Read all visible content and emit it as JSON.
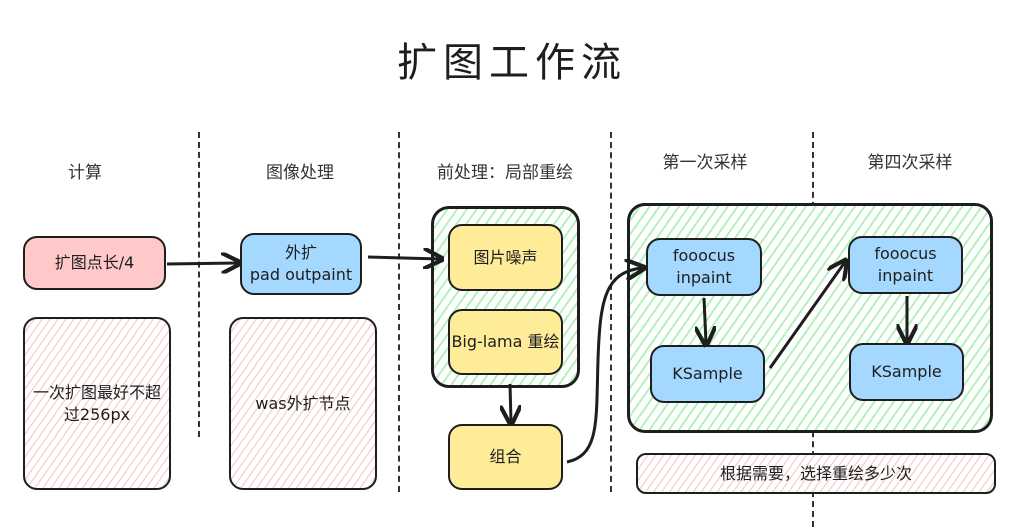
{
  "title": "扩图工作流",
  "columns": [
    {
      "label": "计算"
    },
    {
      "label": "图像处理"
    },
    {
      "label": "前处理：局部重绘"
    },
    {
      "label": "第一次采样"
    },
    {
      "label": "第四次采样"
    }
  ],
  "nodes": {
    "calc": "扩图点长/4",
    "calc_note": "一次扩图最好不超过256px",
    "pad_line1": "外扩",
    "pad_line2": "pad outpaint",
    "pad_note": "was外扩节点",
    "noise": "图片噪声",
    "biglama": "Big-lama 重绘",
    "combine": "组合",
    "inpaint1": "fooocus inpaint",
    "ksample1": "KSample",
    "inpaint4": "fooocus inpaint",
    "ksample4": "KSample",
    "repeat_note": "根据需要，选择重绘多少次"
  },
  "colors": {
    "pink": "#ffc9c9",
    "blue": "#a5d8ff",
    "yellow": "#ffec99",
    "green_hatch": "#b2f2bb",
    "stroke": "#1e1e1e"
  }
}
